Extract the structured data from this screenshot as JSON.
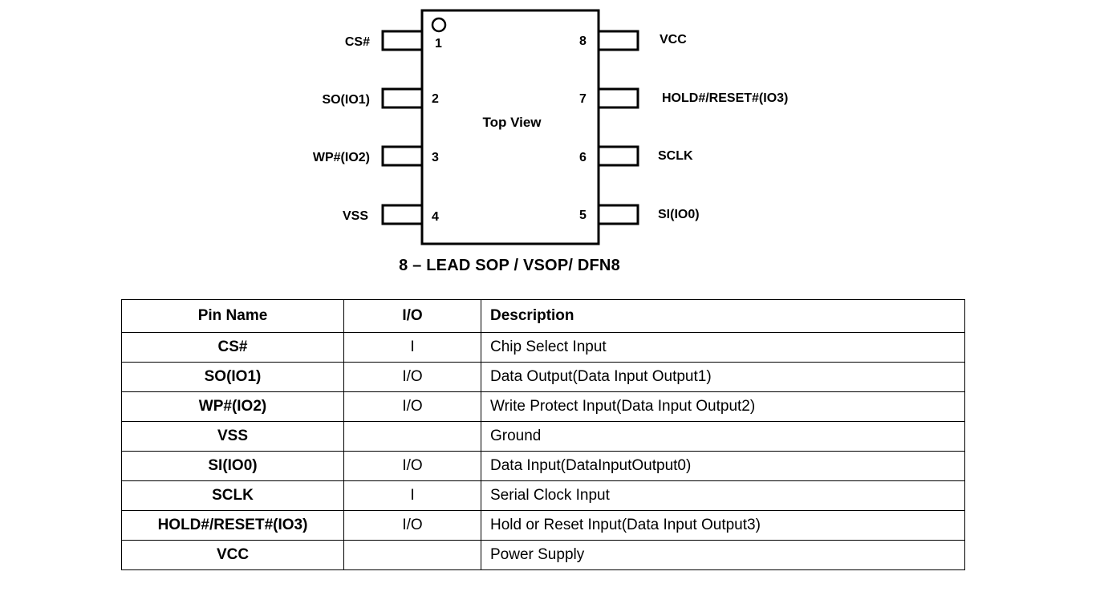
{
  "diagram": {
    "top_view_label": "Top View",
    "package_caption": "8 – LEAD SOP / VSOP/ DFN8",
    "left_pins": [
      {
        "number": "1",
        "label": "CS#"
      },
      {
        "number": "2",
        "label": "SO(IO1)"
      },
      {
        "number": "3",
        "label": "WP#(IO2)"
      },
      {
        "number": "4",
        "label": "VSS"
      }
    ],
    "right_pins": [
      {
        "number": "8",
        "label": "VCC"
      },
      {
        "number": "7",
        "label": "HOLD#/RESET#(IO3)"
      },
      {
        "number": "6",
        "label": "SCLK"
      },
      {
        "number": "5",
        "label": "SI(IO0)"
      }
    ]
  },
  "table": {
    "headers": {
      "pin_name": "Pin Name",
      "io": "I/O",
      "description": "Description"
    },
    "rows": [
      {
        "pin_name": "CS#",
        "io": "I",
        "description": "Chip Select Input"
      },
      {
        "pin_name": "SO(IO1)",
        "io": "I/O",
        "description": "Data Output(Data Input Output1)"
      },
      {
        "pin_name": "WP#(IO2)",
        "io": "I/O",
        "description": "Write Protect Input(Data Input Output2)"
      },
      {
        "pin_name": "VSS",
        "io": "",
        "description": "Ground"
      },
      {
        "pin_name": "SI(IO0)",
        "io": "I/O",
        "description": "Data Input(DataInputOutput0)"
      },
      {
        "pin_name": "SCLK",
        "io": "I",
        "description": "Serial Clock Input"
      },
      {
        "pin_name": "HOLD#/RESET#(IO3)",
        "io": "I/O",
        "description": "Hold or Reset Input(Data Input Output3)"
      },
      {
        "pin_name": "VCC",
        "io": "",
        "description": "Power Supply"
      }
    ]
  }
}
